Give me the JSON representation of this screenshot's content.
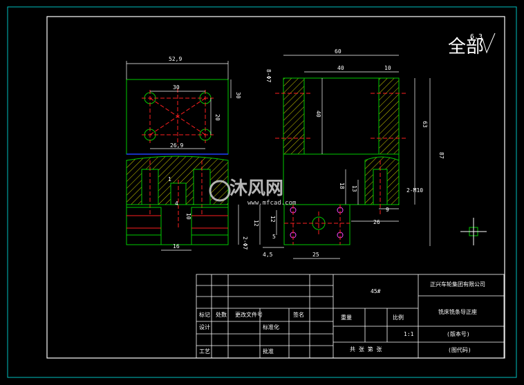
{
  "drawing": {
    "finish_mark": "全部",
    "finish_value": "6.3",
    "watermark_text": "沐风网",
    "watermark_url": "www.mfcad.com"
  },
  "dimensions": {
    "left_view": [
      "52,9",
      "30",
      "30",
      "20",
      "26,9",
      "1",
      "4",
      "10",
      "16",
      "2-Φ7"
    ],
    "right_view": [
      "60",
      "40",
      "10",
      "8-Φ7",
      "40",
      "63",
      "87",
      "18",
      "13",
      "2-M10",
      "9",
      "26"
    ],
    "bottom_view": [
      "12",
      "12",
      "5",
      "4,5",
      "25"
    ]
  },
  "title_block": {
    "material": "45#",
    "company": "正兴车轮集团有限公司",
    "part_name": "铣床铣条导正座",
    "version": "(版本号)",
    "code": "(图代码)",
    "scale": "1:1",
    "row_labels": [
      "标记",
      "处数",
      "更改文件号",
      "签名",
      "设计",
      "标准化",
      "工艺",
      "批准"
    ],
    "weight_label": "重量",
    "ratio_label": "比例",
    "sheets_label": "共  张  第  张"
  },
  "colors": {
    "background": "#000000",
    "outline": "#00cc00",
    "centerline": "#ff2020",
    "dimension": "#ffffff",
    "hatch": "#d0d000",
    "blue_line": "#2040ff",
    "magenta_hole": "#ff40ff",
    "frame": "#ffffff",
    "border": "#00c0c0"
  }
}
